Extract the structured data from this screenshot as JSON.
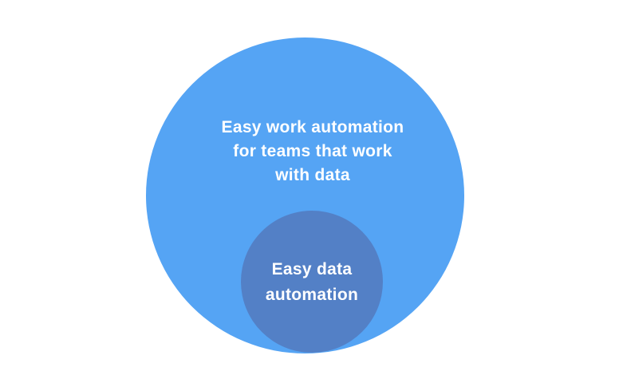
{
  "diagram": {
    "background_color": "#ffffff",
    "text_color": "#ffffff",
    "outer_circle": {
      "label": "Easy work automation for teams that work with data",
      "lines": [
        "Easy work automation",
        "for teams that work",
        "with data"
      ],
      "color": "#55a4f4"
    },
    "inner_circle": {
      "label": "Easy data automation",
      "lines": [
        "Easy data",
        "automation"
      ],
      "color": "#5380c6"
    }
  }
}
